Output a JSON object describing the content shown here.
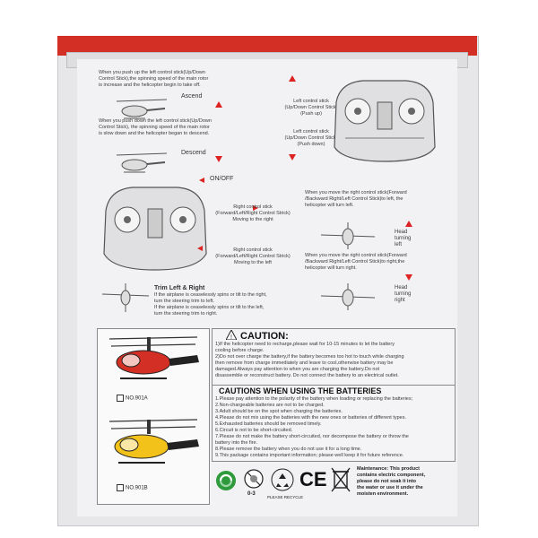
{
  "ascend_text": "When you push up the left control stick(Up/Down\nControl Stick),the spinning speed of the main rotor\nis increase and the helicopter begin to take off.",
  "ascend_label": "Ascend",
  "descend_text": "When you push down the left control stick(Up/Down\nControl Stick), the spinning speed of the main rotor\nis slow down and the helicopter began to descend.",
  "descend_label": "Descend",
  "left_stick_up": "Left control stick\n(Up/Down Control Stick)\n(Push up)",
  "left_stick_down": "Left control stick\n(Up/Down Control Stick)\n(Push down)",
  "onoff_label": "ON/OFF",
  "right_stick_right": "Right control stick\n(Forward/Left/Right Control Strick)\nMoving to the right",
  "right_stick_left": "Right control stick\n(Forward/Left/Right Control Strick)\nMoving to the left",
  "move_right_text": "When you move the right control stick(Forward\n/Backward Right/Left Control Stick)to left, the\nhelicopter will turn left.",
  "move_left_text": "When you move the right control stick(Forward\n/Backward Right/Left Control Stick)to right,the\nhelicopter will turn right.",
  "head_left": "Head\nturning\nleft",
  "head_right": "Head\nturning\nright",
  "trim_title": "Trim Left & Right",
  "trim_text": "If the airplane is ceaselessly spins or tilt to the right,\nturn the steering trim to left.\nIf the airplane is ceaselessly spins or tilt to the left,\nturn the steering trim to right.",
  "caution": {
    "title": "CAUTION:",
    "lines": "1)If the helicopter need to recharge,please wait for 10-15 minutes to let the battery\n   cooling before charge.\n2)Do not over charge the battery,if the battery becomes too hot to touch while charging\n   then remove from charge immediately and leave to cool,otherwise battery may be\n   damaged.Always pay attention to when you are charging the battery.Do not\n   disassemble or reconstruct battery. Do not connect the battery to an electrical outlet."
  },
  "batteries": {
    "title": "CAUTIONS WHEN USING THE BATTERIES",
    "lines": "1.Please pay attention to the polarity of the battery when loading or replacing the batteries;\n2.Non-chargeable batteries are not to be charged.\n3.Adult should be on the spot when charging the batteries.\n4.Please do not mix using the batteries with the new ones or batteries of different types.\n5.Exhausted batteries should be removed timely.\n6.Circuit is not to be short-circuited.\n7.Please do not make the battery short-circuited, nor decompose the battery or throw the\n   battery into the fire.\n8.Please remove the battery when you do not use it for a long time.\n9.This package contains important information; please well keep it for future reference."
  },
  "models": [
    "NO.901A",
    "NO.901B"
  ],
  "age_label": "0-3",
  "recycle_label": "PLEASE RECYCLE",
  "ce_label": "CE",
  "maintenance": "Maintenance: This product\ncontains electric component,\nplease do not soak it into\nthe water or use it under the\nmoisten environment.",
  "colors": {
    "red": "#d42f25",
    "yellow": "#f2c21a",
    "green": "#2e9a3c"
  }
}
